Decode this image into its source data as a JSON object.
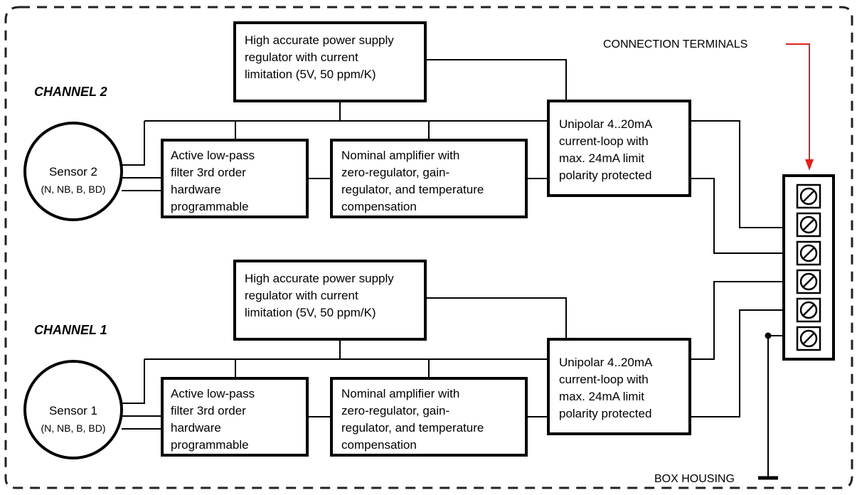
{
  "labels": {
    "connection_terminals": "CONNECTION TERMINALS",
    "box_housing": "BOX HOUSING"
  },
  "colors": {
    "accent_arrow": "#e0201c",
    "ink": "#000000"
  },
  "channel2": {
    "title": "CHANNEL 2",
    "power_supply": [
      "High accurate power supply",
      "regulator with current",
      "limitation (5V, 50 ppm/K)"
    ],
    "sensor_name": "Sensor 2",
    "sensor_types": "(N, NB, B, BD)",
    "filter": [
      "Active low-pass",
      "filter 3rd order",
      "hardware",
      "programmable"
    ],
    "amplifier": [
      "Nominal amplifier with",
      "zero-regulator, gain-",
      "regulator, and temperature",
      "compensation"
    ],
    "current_loop": [
      "Unipolar 4..20mA",
      "current-loop with",
      "max. 24mA limit",
      "polarity protected"
    ]
  },
  "channel1": {
    "title": "CHANNEL 1",
    "power_supply": [
      "High accurate power supply",
      "regulator with current",
      "limitation (5V, 50 ppm/K)"
    ],
    "sensor_name": "Sensor 1",
    "sensor_types": "(N, NB, B, BD)",
    "filter": [
      "Active low-pass",
      "filter 3rd order",
      "hardware",
      "programmable"
    ],
    "amplifier": [
      "Nominal amplifier with",
      "zero-regulator, gain-",
      "regulator, and temperature",
      "compensation"
    ],
    "current_loop": [
      "Unipolar 4..20mA",
      "current-loop with",
      "max. 24mA limit",
      "polarity protected"
    ]
  },
  "terminals": {
    "count": 6,
    "symbol": "screw-terminal-icon"
  }
}
